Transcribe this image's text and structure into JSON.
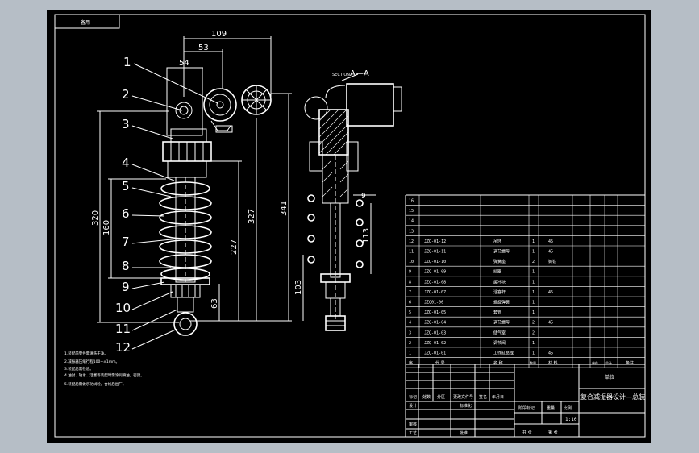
{
  "window": {
    "frame_color": "#b6bec6",
    "canvas_color": "#000000",
    "line_color": "#ffffff"
  },
  "corner_tag": "备用",
  "drawing": {
    "section_label": "SECTION",
    "section_name": "A—A"
  },
  "dims": {
    "d109": "109",
    "d53": "53",
    "d54": "54",
    "d320": "320",
    "d160": "160",
    "d227": "227",
    "d327": "327",
    "d341": "341",
    "d63": "63",
    "d9": "9",
    "d113": "113",
    "d103": "103"
  },
  "balloons": [
    "1",
    "2",
    "3",
    "4",
    "5",
    "6",
    "7",
    "8",
    "9",
    "10",
    "11",
    "12"
  ],
  "notes": [
    "1.装配前零件需清洗干净。",
    "2.减振器压缩行程100~±1mm。",
    "3.装配后需检验。",
    "4.油封、轴承、活塞等装配时需涂润滑油，密封。",
    "5.装配后需做示功试验，合格后出厂。"
  ],
  "bom": {
    "rows": [
      {
        "no": "16",
        "code": "",
        "name": "",
        "qty": "",
        "mat": ""
      },
      {
        "no": "15",
        "code": "",
        "name": "",
        "qty": "",
        "mat": ""
      },
      {
        "no": "14",
        "code": "",
        "name": "",
        "qty": "",
        "mat": ""
      },
      {
        "no": "13",
        "code": "",
        "name": "",
        "qty": "",
        "mat": ""
      },
      {
        "no": "12",
        "code": "JZQ-01-12",
        "name": "吊环",
        "qty": "1",
        "mat": "45"
      },
      {
        "no": "11",
        "code": "JZQ-01-11",
        "name": "调节螺母",
        "qty": "1",
        "mat": "45"
      },
      {
        "no": "10",
        "code": "JZQ-01-10",
        "name": "弹簧座",
        "qty": "2",
        "mat": "铸铁"
      },
      {
        "no": "9",
        "code": "JZQ-01-09",
        "name": "挡圈",
        "qty": "1",
        "mat": ""
      },
      {
        "no": "8",
        "code": "JZQ-01-08",
        "name": "缓冲块",
        "qty": "1",
        "mat": ""
      },
      {
        "no": "7",
        "code": "JZQ-01-07",
        "name": "活塞杆",
        "qty": "1",
        "mat": "45"
      },
      {
        "no": "6",
        "code": "JZQ01-06",
        "name": "螺旋弹簧",
        "qty": "1",
        "mat": ""
      },
      {
        "no": "5",
        "code": "JZQ-01-05",
        "name": "套管",
        "qty": "1",
        "mat": ""
      },
      {
        "no": "4",
        "code": "JZQ-01-04",
        "name": "调节螺母",
        "qty": "2",
        "mat": "45"
      },
      {
        "no": "3",
        "code": "JZQ-01-03",
        "name": "储气室",
        "qty": "2",
        "mat": ""
      },
      {
        "no": "2",
        "code": "JZQ-01-02",
        "name": "调节阀",
        "qty": "1",
        "mat": ""
      },
      {
        "no": "1",
        "code": "JZQ-01-01",
        "name": "工作缸总成",
        "qty": "1",
        "mat": "45"
      }
    ],
    "header": {
      "no": "序",
      "code": "代 号",
      "name": "名 称",
      "qty": "数量",
      "mat": "材 料",
      "unit_wt": "单件",
      "total_wt": "总计",
      "remark": "备注"
    }
  },
  "title_block": {
    "company": "单位",
    "title": "复合减振器设计—总装",
    "scale": "1:10",
    "labels": {
      "mark": "标记",
      "count": "处数",
      "zone": "分区",
      "doc": "更改文件号",
      "sign": "签名",
      "date": "年月日",
      "design": "设计",
      "std": "标准化",
      "check": "审核",
      "process": "工艺",
      "approve": "批准",
      "stage": "阶段标记",
      "weight": "重量",
      "ratio": "比例",
      "sheets": "共 张",
      "sheet": "第 张"
    }
  }
}
